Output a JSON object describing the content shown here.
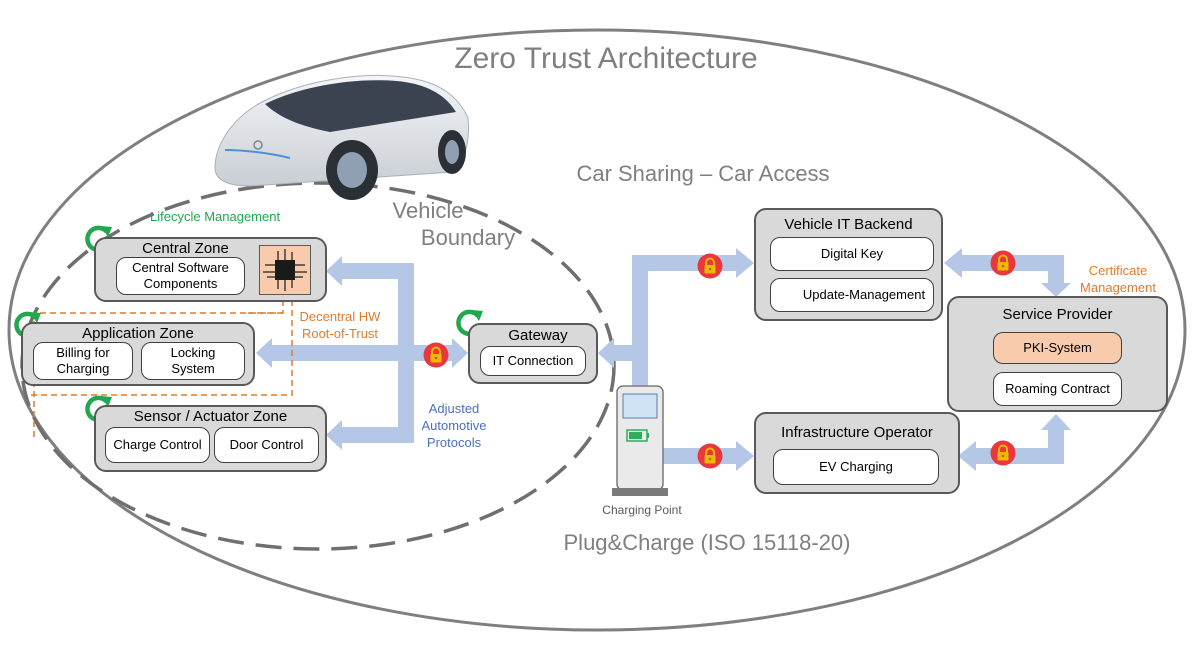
{
  "diagram": {
    "title": "Zero Trust Architecture",
    "use_cases": {
      "car_sharing": "Car Sharing – Car Access",
      "plug_charge": "Plug&Charge (ISO 15118-20)"
    },
    "vehicle_boundary": {
      "line1": "Vehicle",
      "line2": "Boundary"
    },
    "lifecycle_label": "Lifecycle Management",
    "hw_rot": {
      "line1": "Decentral HW",
      "line2": "Root-of-Trust"
    },
    "protocols": {
      "line1": "Adjusted",
      "line2": "Automotive",
      "line3": "Protocols"
    },
    "zones": {
      "central": {
        "title": "Central Zone",
        "box": {
          "line1": "Central Software",
          "line2": "Components"
        }
      },
      "application": {
        "title": "Application Zone",
        "billing": {
          "line1": "Billing for",
          "line2": "Charging"
        },
        "locking": {
          "line1": "Locking",
          "line2": "System"
        }
      },
      "sensor": {
        "title": "Sensor / Actuator Zone",
        "charge": "Charge Control",
        "door": "Door Control"
      }
    },
    "gateway": {
      "title": "Gateway",
      "box": "IT Connection"
    },
    "charging_point": "Charging Point",
    "backend": {
      "title": "Vehicle IT Backend",
      "digital_key": "Digital Key",
      "update": "Update-Management"
    },
    "infra": {
      "title": "Infrastructure Operator",
      "ev": "EV Charging"
    },
    "service": {
      "title": "Service Provider",
      "pki": "PKI-System",
      "roaming": "Roaming Contract"
    },
    "certificate": {
      "line1": "Certificate",
      "line2": "Management"
    },
    "icons": [
      "car-image",
      "chip-icon",
      "lock-icon",
      "lifecycle-cycle-icon",
      "charging-station-icon"
    ],
    "colors": {
      "arrow": "#b4c7e7",
      "zone_fill": "#d9d9d9",
      "lock_red": "#e8383d",
      "lifecycle_green": "#1fa84e",
      "orange": "#e07b2b",
      "pki_fill": "#f8cbad",
      "protocol_blue": "#4a6fbf"
    }
  }
}
